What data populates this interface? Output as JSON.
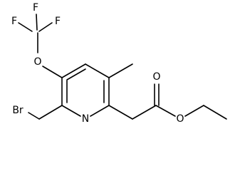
{
  "molecule": {
    "atoms": {
      "fluorine_1": "F",
      "fluorine_2": "F",
      "fluorine_3": "F",
      "ether_oxygen": "O",
      "bromine": "Br",
      "ring_nitrogen": "N",
      "carbonyl_oxygen": "O",
      "ester_oxygen": "O"
    },
    "colors": {
      "bonds": "#000000",
      "labels": "#000000",
      "background": "#ffffff"
    }
  }
}
